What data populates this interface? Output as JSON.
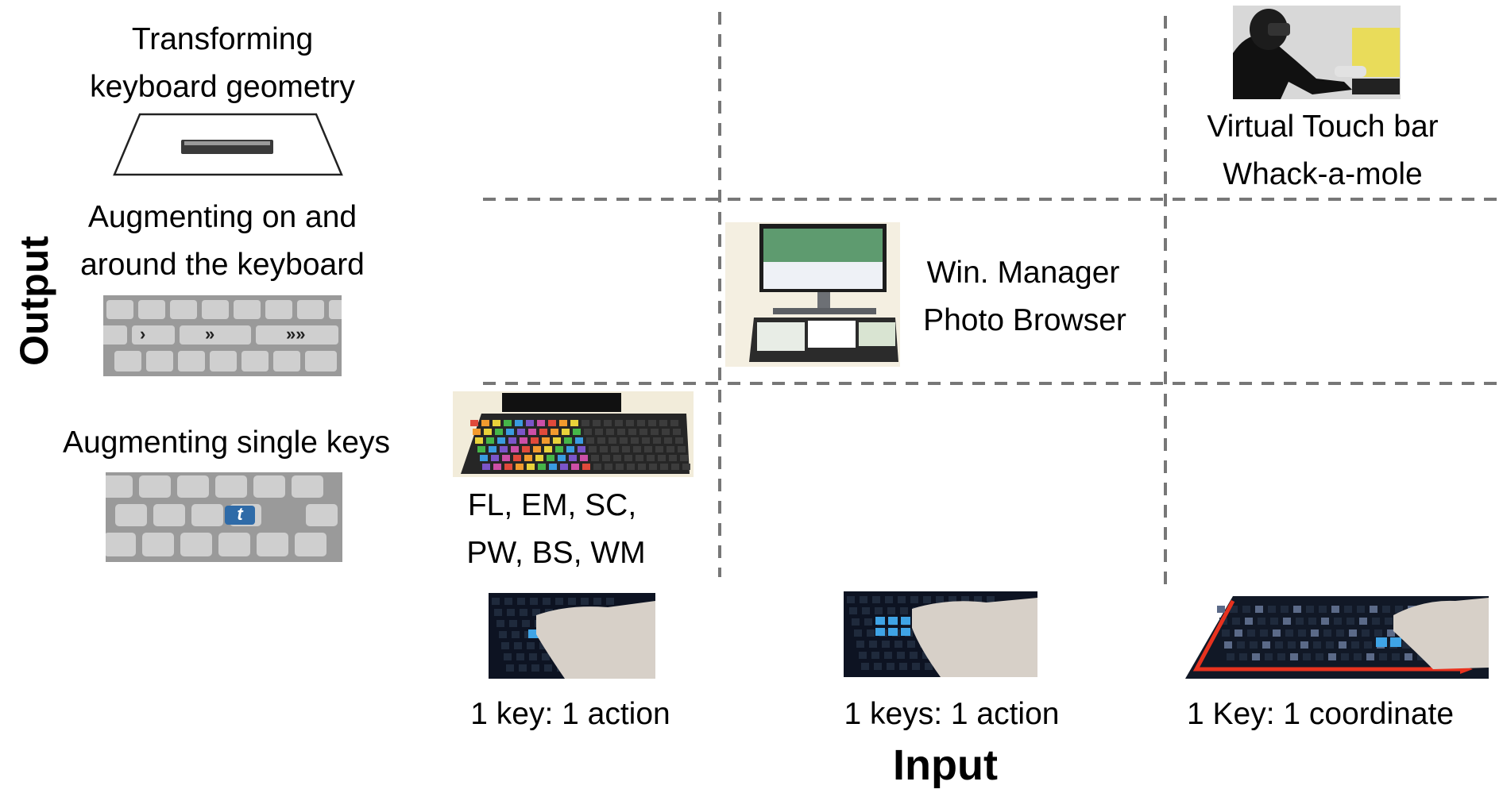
{
  "axes": {
    "y_title": "Output",
    "x_title": "Input"
  },
  "output_levels": {
    "transforming": {
      "line1": "Transforming",
      "line2": "keyboard geometry"
    },
    "around": {
      "line1": "Augmenting on and",
      "line2": "around the keyboard"
    },
    "single": {
      "line1": "Augmenting single keys"
    }
  },
  "input_levels": {
    "one_key": "1 key: 1 action",
    "many_keys": "1 keys: 1 action",
    "coordinate": "1 Key: 1 coordinate"
  },
  "applications": {
    "single_one": {
      "line1": "FL, EM, SC,",
      "line2": "PW, BS, WM"
    },
    "around_many": {
      "line1": "Win. Manager",
      "line2": "Photo Browser"
    },
    "transform_coord": {
      "line1": "Virtual Touch bar",
      "line2": "Whack-a-mole"
    }
  },
  "icons": {
    "single_key_glyph": "t",
    "chevrons": [
      "›",
      "»",
      "»»"
    ]
  },
  "colors": {
    "grid_line": "#777777",
    "key_blue": "#3a7fc9",
    "border_red": "#e8321e"
  }
}
